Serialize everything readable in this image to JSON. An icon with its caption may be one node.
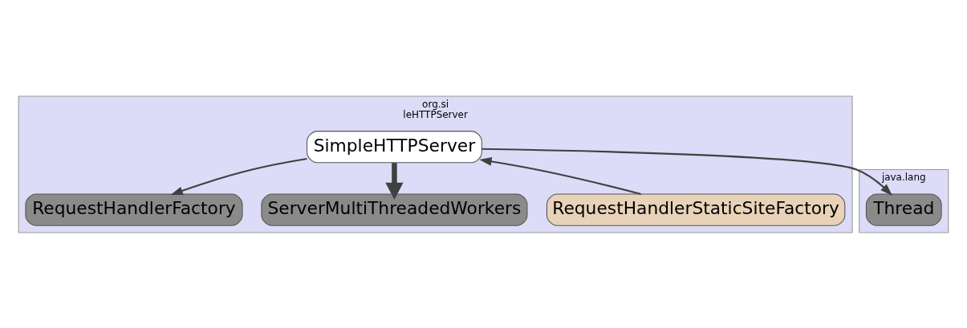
{
  "diagram": {
    "nodes": [
      {
        "text": [
          "org.si",
          "leHTTPServer"
        ]
      },
      {
        "text": [
          "SimpleHTTPServer"
        ],
        "in": 0
      },
      {
        "text": [
          "RequestHandlerFactory"
        ],
        "in": 0
      },
      {
        "text": [
          "RequestHandlerStaticSiteFactory"
        ],
        "in": 0
      },
      {
        "text": [
          "ServerMultiThreadedWorkers"
        ],
        "in": 0
      },
      {
        "text": [
          "java.lang"
        ]
      },
      {
        "text": [
          "Thread"
        ],
        "in": 5
      }
    ],
    "edges": [
      {
        "from": 1,
        "to": 2,
        "arrow": "to"
      },
      {
        "from": 1,
        "to": 6,
        "arrow": "to"
      },
      {
        "from": 3,
        "to": 1,
        "arrow": "to"
      },
      {
        "from": 1,
        "to": 4,
        "arrow": "to",
        "style": "thick"
      }
    ]
  }
}
